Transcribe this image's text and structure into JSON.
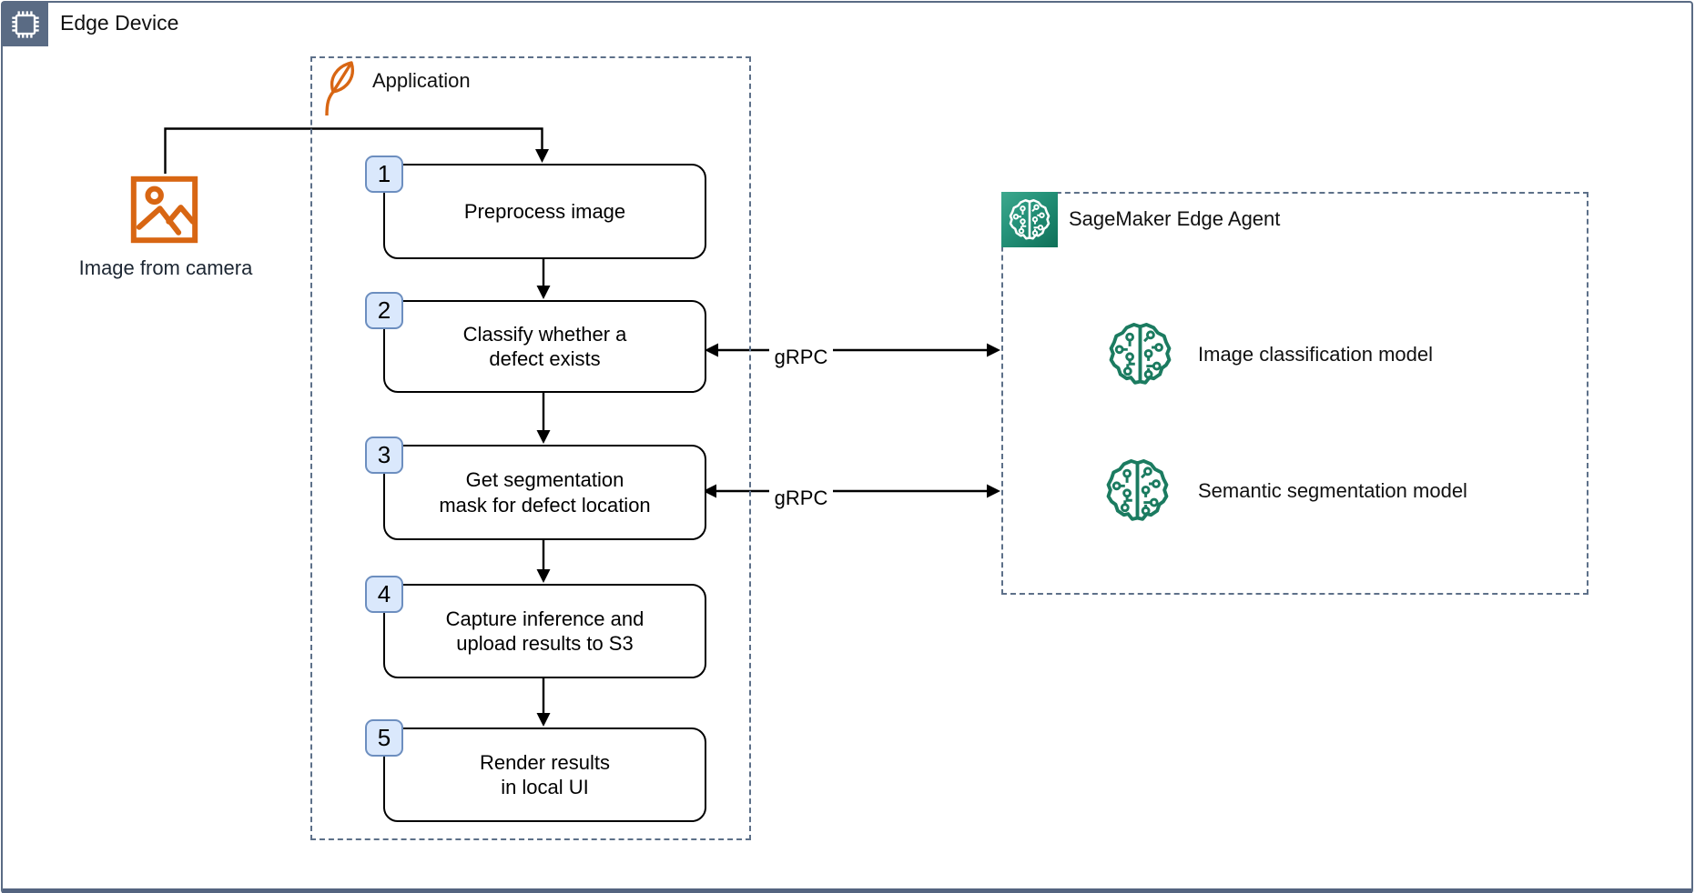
{
  "frame": {
    "title": "Edge Device"
  },
  "camera": {
    "label": "Image from camera"
  },
  "application": {
    "label": "Application",
    "steps": [
      {
        "num": "1",
        "label": "Preprocess image"
      },
      {
        "num": "2",
        "label": "Classify whether a\ndefect exists"
      },
      {
        "num": "3",
        "label": "Get segmentation\nmask for defect location"
      },
      {
        "num": "4",
        "label": "Capture inference and\nupload results to S3"
      },
      {
        "num": "5",
        "label": "Render results\nin local UI"
      }
    ]
  },
  "connections": {
    "labels": [
      "gRPC",
      "gRPC"
    ]
  },
  "sagemaker": {
    "label": "SageMaker Edge Agent",
    "models": [
      {
        "label": "Image classification model"
      },
      {
        "label": "Semantic segmentation model"
      }
    ]
  },
  "icons": {
    "frame": "chip-icon",
    "camera": "image-icon",
    "application": "leaf-icon",
    "sagemaker_agent": "brain-circuit-icon",
    "model": "brain-circuit-icon"
  },
  "colors": {
    "frame_slate": "#5a6b84",
    "dashed_border": "#5d7089",
    "aws_orange": "#d86613",
    "aws_green_dark": "#0f7058",
    "aws_green_light": "#3da88d",
    "model_green": "#1b7b60",
    "badge_fill": "#dae8fc",
    "badge_border": "#6c8ebf",
    "line_black": "#000000"
  }
}
